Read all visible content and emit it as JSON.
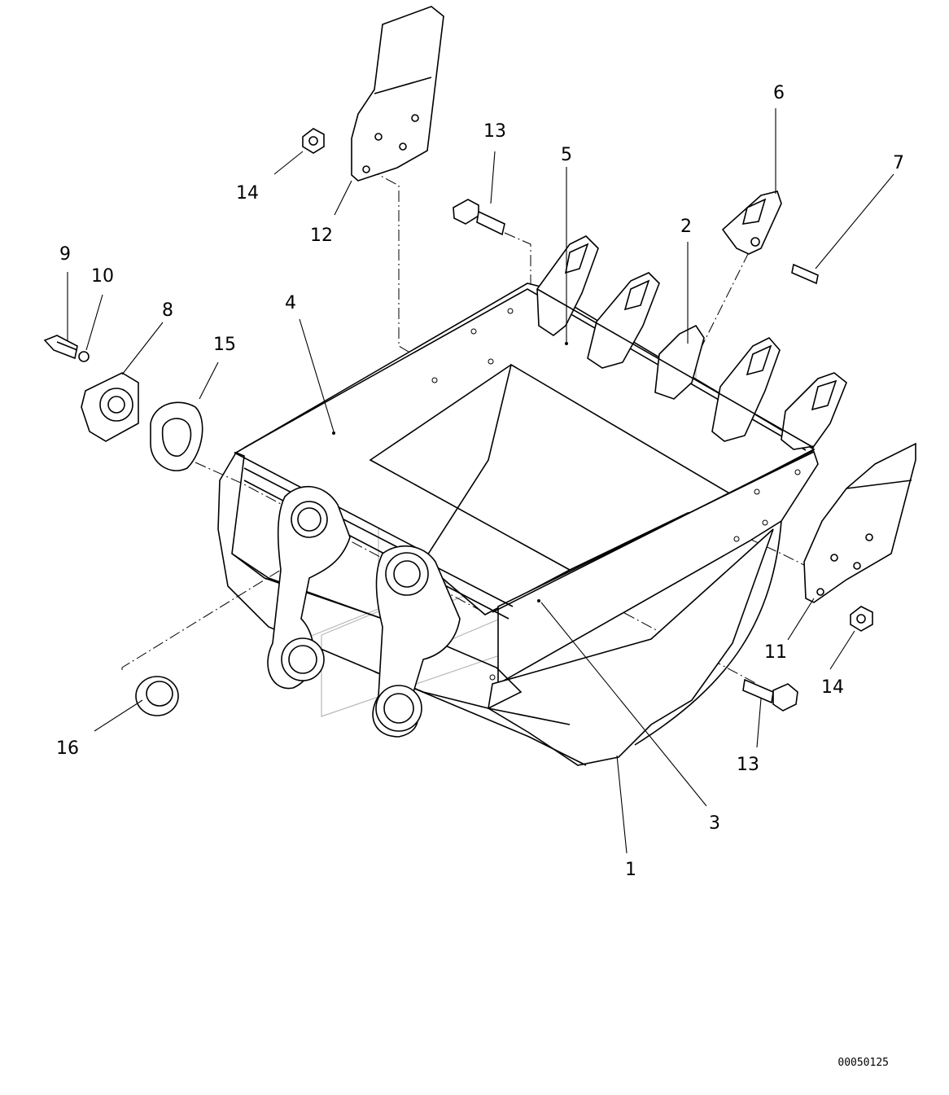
{
  "diagram": {
    "callouts": [
      "1",
      "2",
      "3",
      "4",
      "5",
      "6",
      "7",
      "8",
      "9",
      "10",
      "11",
      "12",
      "13",
      "13",
      "14",
      "14",
      "15",
      "16"
    ],
    "figure_code": "00050125"
  },
  "colors": {
    "line": "#000000",
    "background": "#ffffff",
    "watermark": "#b8b8b8"
  }
}
